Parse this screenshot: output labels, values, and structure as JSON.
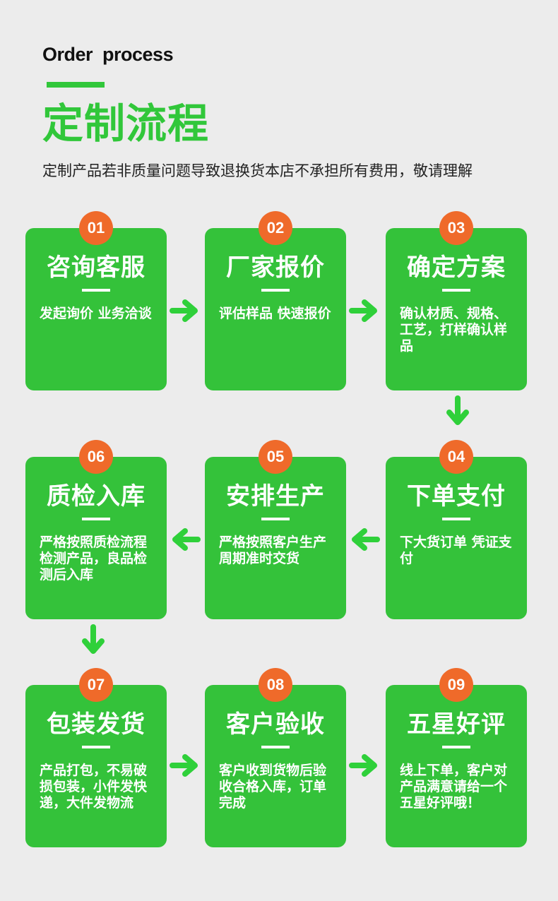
{
  "header": {
    "subtitle_en": "Order  process",
    "title_cn": "定制流程",
    "notice": "定制产品若非质量问题导致退换货本店不承担所有费用，敬请理解"
  },
  "accent_color": "#31c73a",
  "badge_color": "#ef6a2a",
  "steps": [
    {
      "num": "01",
      "title": "咨询客服",
      "desc": "发起询价 业务洽谈"
    },
    {
      "num": "02",
      "title": "厂家报价",
      "desc": "评估样品 快速报价"
    },
    {
      "num": "03",
      "title": "确定方案",
      "desc": "确认材质、规格、工艺，打样确认样品"
    },
    {
      "num": "04",
      "title": "下单支付",
      "desc": "下大货订单 凭证支付"
    },
    {
      "num": "05",
      "title": "安排生产",
      "desc": "严格按照客户生产周期准时交货"
    },
    {
      "num": "06",
      "title": "质检入库",
      "desc": "严格按照质检流程检测产品，良品检测后入库"
    },
    {
      "num": "07",
      "title": "包装发货",
      "desc": "产品打包，不易破损包装，小件发快递，大件发物流"
    },
    {
      "num": "08",
      "title": "客户验收",
      "desc": "客户收到货物后验收合格入库，订单完成"
    },
    {
      "num": "09",
      "title": "五星好评",
      "desc": "线上下单，客户对产品满意请给一个五星好评哦！"
    }
  ],
  "arrow_icons": [
    "arrow-right-icon",
    "arrow-down-icon",
    "arrow-left-icon"
  ]
}
